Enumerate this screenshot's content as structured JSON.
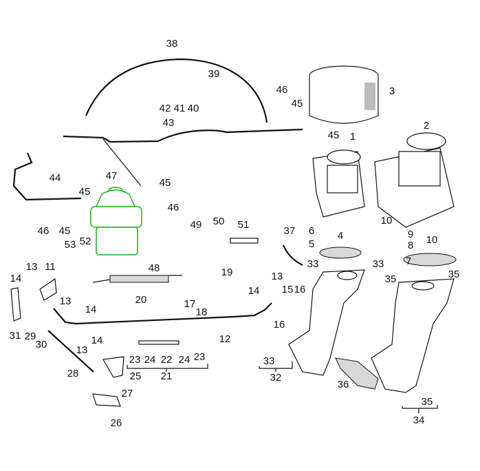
{
  "diagram": {
    "title_hint": "",
    "highlight_color": "#1fae1f",
    "callouts": [
      "38",
      "39",
      "42",
      "41",
      "40",
      "46",
      "45",
      "3",
      "43",
      "45",
      "1",
      "2",
      "44",
      "47",
      "45",
      "45",
      "46",
      "45",
      "46",
      "49",
      "50",
      "51",
      "53",
      "52",
      "48",
      "37",
      "6",
      "4",
      "5",
      "10",
      "9",
      "8",
      "10",
      "7",
      "33",
      "33",
      "35",
      "35",
      "13",
      "11",
      "14",
      "20",
      "19",
      "17",
      "18",
      "13",
      "14",
      "13",
      "14",
      "15",
      "16",
      "16",
      "31",
      "29",
      "30",
      "12",
      "14",
      "13",
      "23",
      "24",
      "22",
      "24",
      "23",
      "21",
      "28",
      "25",
      "27",
      "26",
      "33",
      "32",
      "36",
      "35",
      "34"
    ]
  }
}
